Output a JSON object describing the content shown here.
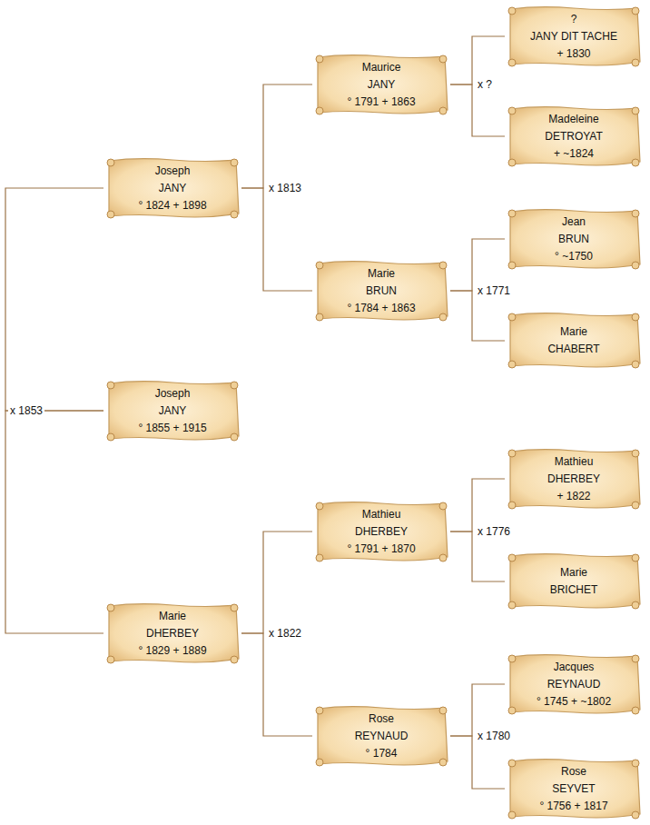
{
  "diagram": {
    "nodes": [
      {
        "text": [
          "?",
          "JANY DIT TACHE",
          "+ 1830"
        ]
      },
      {
        "text": [
          "Maurice",
          "JANY",
          "° 1791 + 1863"
        ]
      },
      {
        "text": [
          "Madeleine",
          "DETROYAT",
          "+ ~1824"
        ]
      },
      {
        "text": [
          "Joseph",
          "JANY",
          "° 1824 + 1898"
        ]
      },
      {
        "text": [
          "Jean",
          "BRUN",
          "° ~1750"
        ]
      },
      {
        "text": [
          "Marie",
          "BRUN",
          "° 1784 + 1863"
        ]
      },
      {
        "text": [
          "Marie",
          "CHABERT"
        ]
      },
      {
        "text": [
          "Joseph",
          "JANY",
          "° 1855 + 1915"
        ]
      },
      {
        "text": [
          "Mathieu",
          "DHERBEY",
          "+ 1822"
        ]
      },
      {
        "text": [
          "Mathieu",
          "DHERBEY",
          "° 1791 + 1870"
        ]
      },
      {
        "text": [
          "Marie",
          "BRICHET"
        ]
      },
      {
        "text": [
          "Marie",
          "DHERBEY",
          "° 1829 + 1889"
        ]
      },
      {
        "text": [
          "Jacques",
          "REYNAUD",
          "° 1745 + ~1802"
        ]
      },
      {
        "text": [
          "Rose",
          "REYNAUD",
          "° 1784"
        ]
      },
      {
        "text": [
          "Rose",
          "SEYVET",
          "° 1756 + 1817"
        ]
      }
    ],
    "edges": [
      {
        "from": 3,
        "to": 1,
        "arrow": "none",
        "label": "x 1813"
      },
      {
        "from": 3,
        "to": 5,
        "arrow": "none"
      },
      {
        "from": 1,
        "to": 0,
        "arrow": "none",
        "label": "x ?"
      },
      {
        "from": 1,
        "to": 2,
        "arrow": "none"
      },
      {
        "from": 5,
        "to": 4,
        "arrow": "none",
        "label": "x 1771"
      },
      {
        "from": 5,
        "to": 6,
        "arrow": "none"
      },
      {
        "from": 7,
        "to": 3,
        "arrow": "none",
        "label": "x 1853"
      },
      {
        "from": 7,
        "to": 11,
        "arrow": "none"
      },
      {
        "from": 11,
        "to": 9,
        "arrow": "none",
        "label": "x 1822"
      },
      {
        "from": 11,
        "to": 13,
        "arrow": "none"
      },
      {
        "from": 9,
        "to": 8,
        "arrow": "none",
        "label": "x 1776"
      },
      {
        "from": 9,
        "to": 10,
        "arrow": "none"
      },
      {
        "from": 13,
        "to": 12,
        "arrow": "none",
        "label": "x 1780"
      },
      {
        "from": 13,
        "to": 14,
        "arrow": "none"
      }
    ]
  }
}
